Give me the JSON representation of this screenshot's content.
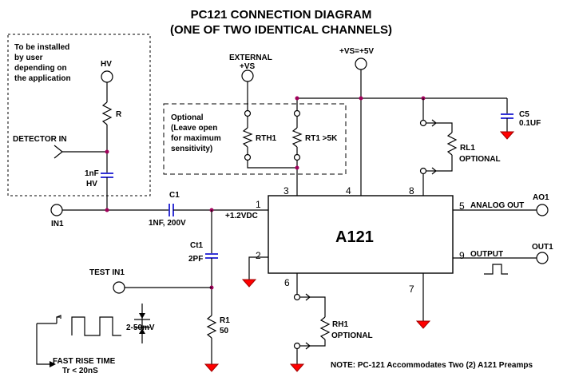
{
  "title_line1": "PC121 CONNECTION DIAGRAM",
  "title_line2": "(ONE OF TWO IDENTICAL CHANNELS)",
  "user_box": {
    "line1": "To be installed",
    "line2": "by user",
    "line3": "depending on",
    "line4": "the application",
    "hv": "HV",
    "r": "R",
    "detector_in": "DETECTOR IN",
    "cap_line1": "1nF",
    "cap_line2": "HV"
  },
  "external_vs_line1": "EXTERNAL",
  "external_vs_line2": "+VS",
  "vs": "+VS=+5V",
  "optional_box": {
    "line1": "Optional",
    "line2": "(Leave open",
    "line3": "for maximum",
    "line4": "sensitivity)",
    "rth1": "RTH1",
    "rt1": "RT1 >5K"
  },
  "c5_line1": "C5",
  "c5_line2": "0.1UF",
  "rl1_line1": "RL1",
  "rl1_line2": "OPTIONAL",
  "in1": "IN1",
  "c1": "C1",
  "c1_value": "1NF, 200V",
  "bias": "+1.2VDC",
  "chip": "A121",
  "pins": {
    "p1": "1",
    "p2": "2",
    "p3": "3",
    "p4": "4",
    "p5": "5",
    "p6": "6",
    "p7": "7",
    "p8": "8",
    "p9": "9"
  },
  "analog_out": "ANALOG OUT",
  "ao1": "AO1",
  "output": "OUTPUT",
  "out1": "OUT1",
  "ct1": "Ct1",
  "ct1_value": "2PF",
  "test_in1": "TEST IN1",
  "pulse_amp": "2-50mV",
  "r1": "R1",
  "r1_value": "50",
  "rh1_line1": "RH1",
  "rh1_line2": "OPTIONAL",
  "fast_rise": "FAST RISE TIME",
  "tr": "Tr < 20nS",
  "note": "NOTE: PC-121 Accommodates Two (2) A121 Preamps"
}
